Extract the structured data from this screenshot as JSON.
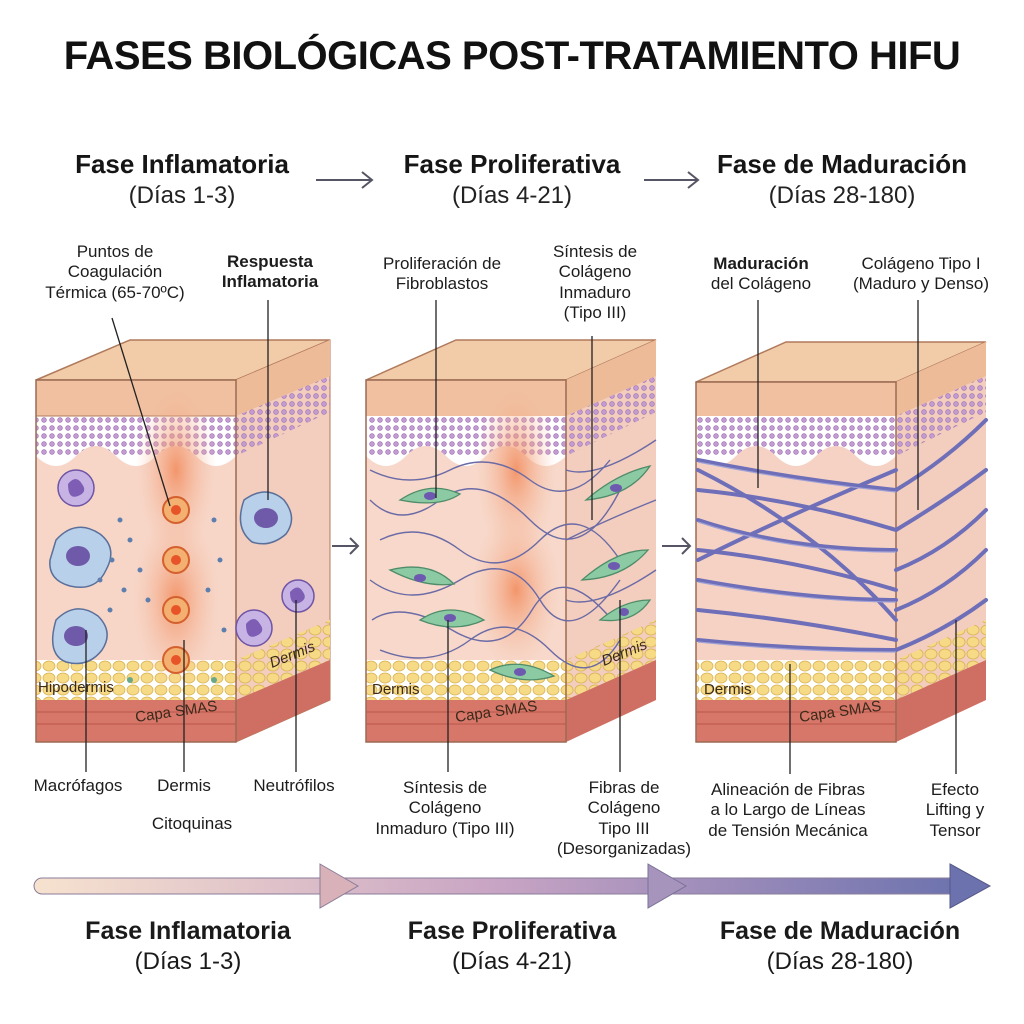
{
  "title": "FASES BIOLÓGICAS POST-TRATAMIENTO HIFU",
  "phases": [
    {
      "name": "Fase Inflamatoria",
      "days": "(Días 1-3)"
    },
    {
      "name": "Fase Proliferativa",
      "days": "(Días 4-21)"
    },
    {
      "name": "Fase de Maduración",
      "days": "(Días 28-180)"
    }
  ],
  "panel1": {
    "top_left_label": "Puntos de\nCoagulación\nTérmica (65-70ºC)",
    "top_right_label": "Respuesta\nInflamatoria",
    "layer_hipodermis": "Hipodermis",
    "layer_smas": "Capa SMAS",
    "layer_dermis": "Dermis",
    "bottom_labels": [
      "Macrófagos",
      "Dermis",
      "Neutrófilos"
    ],
    "citoquinas": "Citoquinas"
  },
  "panel2": {
    "top_left_label": "Proliferación de\nFibroblastos",
    "top_right_label": "Síntesis de\nColágeno\nInmaduro\n(Tipo III)",
    "layer_dermis_left": "Dermis",
    "layer_smas": "Capa SMAS",
    "layer_dermis_side": "Dermis",
    "bottom_left_label": "Síntesis de\nColágeno\nInmaduro (Tipo III)",
    "bottom_right_label": "Fibras de\nColágeno\nTipo III\n(Desorganizadas)"
  },
  "panel3": {
    "top_left_bold": "Maduración",
    "top_left_rest": "del Colágeno",
    "top_right_label": "Colágeno Tipo I\n(Maduro y Denso)",
    "layer_dermis": "Dermis",
    "layer_smas": "Capa SMAS",
    "bottom_left_label": "Alineación de Fibras\na lo Largo de Líneas\nde Tensión Mecánica",
    "bottom_right_label": "Efecto\nLifting y\nTensor"
  },
  "colors": {
    "epidermis": "#f0c6a6",
    "purple_layer": "#b088c2",
    "dermis": "#f6d2c4",
    "fat": "#f2d27a",
    "muscle": "#d9786c",
    "fibroblast": "#8cc9a2",
    "collagen_immature": "#7a74a8",
    "collagen_mature": "#6f6fb8",
    "timeline_start": "#f6dcc6",
    "timeline_mid": "#c9a6c6",
    "timeline_end": "#6f74b0"
  }
}
